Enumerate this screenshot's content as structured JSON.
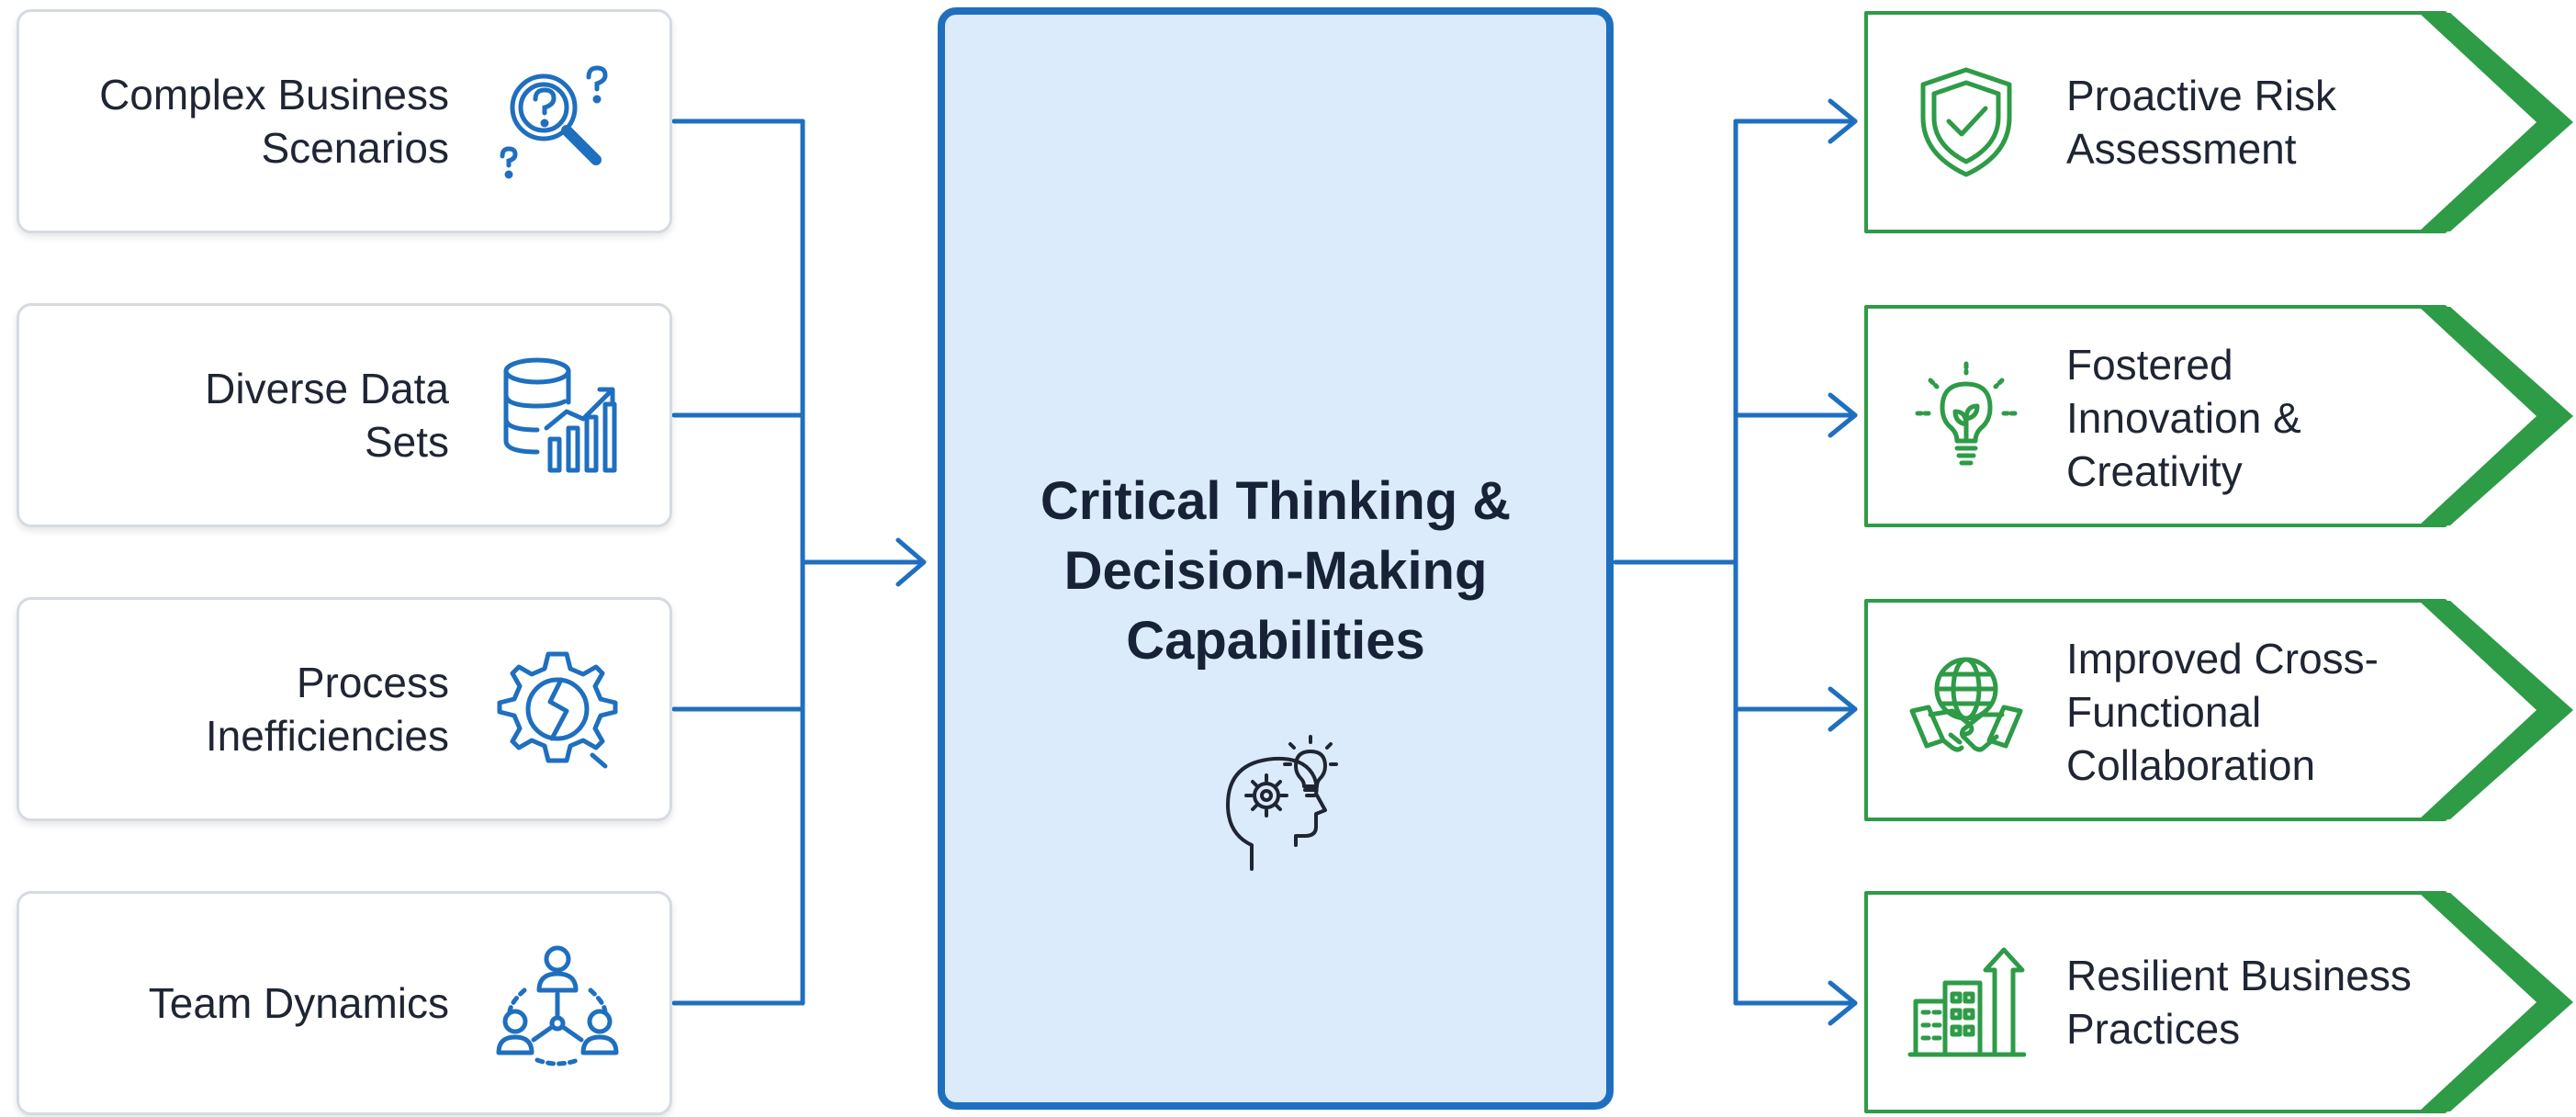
{
  "inputs": [
    {
      "lines": [
        "Complex Business",
        "Scenarios"
      ],
      "icon": "magnifier-question-icon"
    },
    {
      "lines": [
        "Diverse Data",
        "Sets"
      ],
      "icon": "database-chart-icon"
    },
    {
      "lines": [
        "Process",
        "Inefficiencies"
      ],
      "icon": "broken-gear-icon"
    },
    {
      "lines": [
        "Team Dynamics"
      ],
      "icon": "team-network-icon"
    }
  ],
  "center": {
    "lines": [
      "Critical Thinking &",
      "Decision-Making",
      "Capabilities"
    ],
    "icon": "head-gear-lightbulb-icon"
  },
  "outputs": [
    {
      "lines": [
        "Proactive Risk",
        "Assessment"
      ],
      "icon": "shield-check-icon"
    },
    {
      "lines": [
        "Fostered",
        "Innovation &",
        "Creativity"
      ],
      "icon": "lightbulb-plant-icon"
    },
    {
      "lines": [
        "Improved Cross-",
        "Functional",
        "Collaboration"
      ],
      "icon": "globe-handshake-icon"
    },
    {
      "lines": [
        "Resilient Business",
        "Practices"
      ],
      "icon": "building-growth-icon"
    }
  ],
  "colors": {
    "blue": "#1f6fbf",
    "green": "#2e9b47",
    "center_fill": "#dcebfb",
    "text": "#1f2533"
  }
}
